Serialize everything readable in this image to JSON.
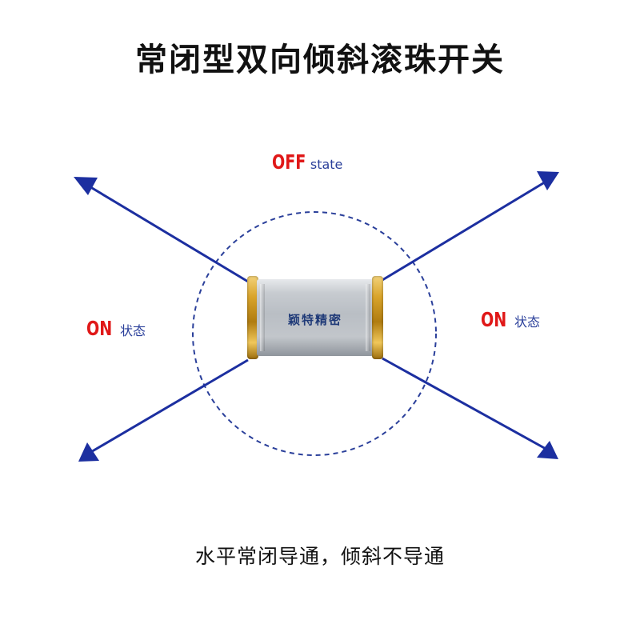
{
  "title": "常闭型双向倾斜滚珠开关",
  "caption": "水平常闭导通，倾斜不导通",
  "component": {
    "brand_text": "颖特精密"
  },
  "labels": {
    "off": {
      "word": "OFF",
      "suffix": "state"
    },
    "on_left": {
      "word": "ON",
      "suffix": "状态"
    },
    "on_right": {
      "word": "ON",
      "suffix": "状态"
    }
  },
  "colors": {
    "arrow": "#1c2fa0",
    "circle": "#2a3f9a",
    "state_word": "#e01818",
    "state_suffix": "#2a3f9a",
    "title": "#111111"
  },
  "icons": {
    "arrows": [
      "arrow-up-left-icon",
      "arrow-up-right-icon",
      "arrow-down-left-icon",
      "arrow-down-right-icon"
    ]
  }
}
